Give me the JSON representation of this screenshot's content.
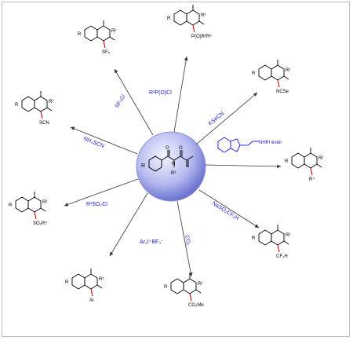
{
  "colors": {
    "arrow": "#333333",
    "reagent_text": "#1a1ad0",
    "bond": "#000000",
    "new_bond": "#d40000",
    "sphere_light": "#eef0ff",
    "sphere_dark": "#7b82d8"
  },
  "center": {
    "label_r": "R",
    "label_n": "N",
    "label_o1": "O",
    "label_o2": "O",
    "substituent": "R²"
  },
  "reagents": {
    "sf5cl": "SF₅Cl",
    "phosphine": "R²P(O)Cl",
    "kseCN": "KSeCN",
    "nh4scn": "NH₄SCN",
    "sulfonyl": "R¹SO₂Cl",
    "iodonium": "Ar₂I⁺BF₄⁻",
    "co2": "CO₂",
    "nas": "NaSO₂CF₂H",
    "nhpi_label": "NHPI ester"
  },
  "products": {
    "p_sf5": {
      "sub1": "R",
      "sub2": "R²",
      "group": "SF₅"
    },
    "p_phos": {
      "sub1": "R",
      "sub2": "R²",
      "group": "P(O)R²R³"
    },
    "p_se": {
      "sub1": "R",
      "sub2": "R²",
      "group": "NCSe"
    },
    "p_scn": {
      "sub1": "R",
      "sub2": "R²",
      "group": "SCN"
    },
    "p_alkyl": {
      "sub1": "R",
      "sub2": "R²",
      "group": "R⁴"
    },
    "p_so2": {
      "sub1": "R",
      "sub2": "R²",
      "group": "SO₂R⁴"
    },
    "p_cf2h": {
      "sub1": "R",
      "sub2": "R²",
      "group": "CF₂H"
    },
    "p_aryl": {
      "sub1": "R",
      "sub2": "R²",
      "group": "Ar"
    },
    "p_ester": {
      "sub1": "R",
      "sub2": "R²",
      "group": "CO₂Me"
    }
  }
}
